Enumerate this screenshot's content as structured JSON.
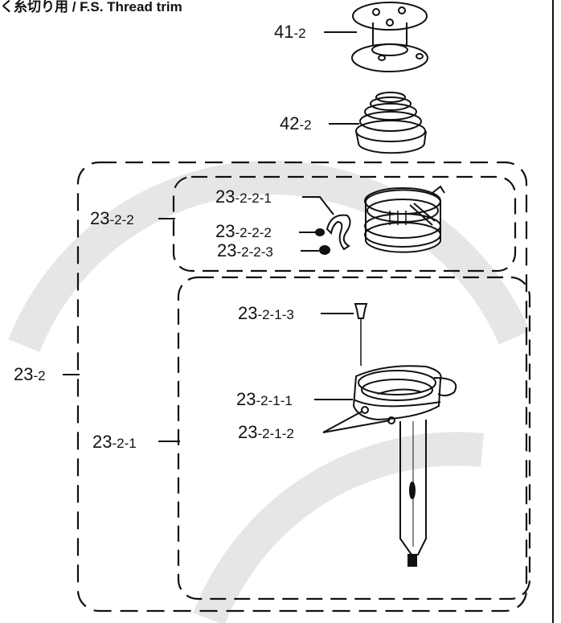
{
  "header_text": "く糸切り用 / F.S. Thread trim",
  "part_labels": {
    "p41_2": {
      "main": "41",
      "sub": "-2"
    },
    "p42_2": {
      "main": "42",
      "sub": "-2"
    },
    "p23_2_2_1": {
      "main": "23",
      "sub": "-2-2-1"
    },
    "p23_2_2_2": {
      "main": "23",
      "sub": "-2-2-2"
    },
    "p23_2_2_3": {
      "main": "23",
      "sub": "-2-2-3"
    },
    "p23_2_2": {
      "main": "23",
      "sub": "-2-2"
    },
    "p23_2": {
      "main": "23",
      "sub": "-2"
    },
    "p23_2_1_3": {
      "main": "23",
      "sub": "-2-1-3"
    },
    "p23_2_1_1": {
      "main": "23",
      "sub": "-2-1-1"
    },
    "p23_2_1_2": {
      "main": "23",
      "sub": "-2-1-2"
    },
    "p23_2_1": {
      "main": "23",
      "sub": "-2-1"
    }
  },
  "colors": {
    "line": "#111111",
    "watermark": "#e6e6e6",
    "background": "#ffffff"
  }
}
